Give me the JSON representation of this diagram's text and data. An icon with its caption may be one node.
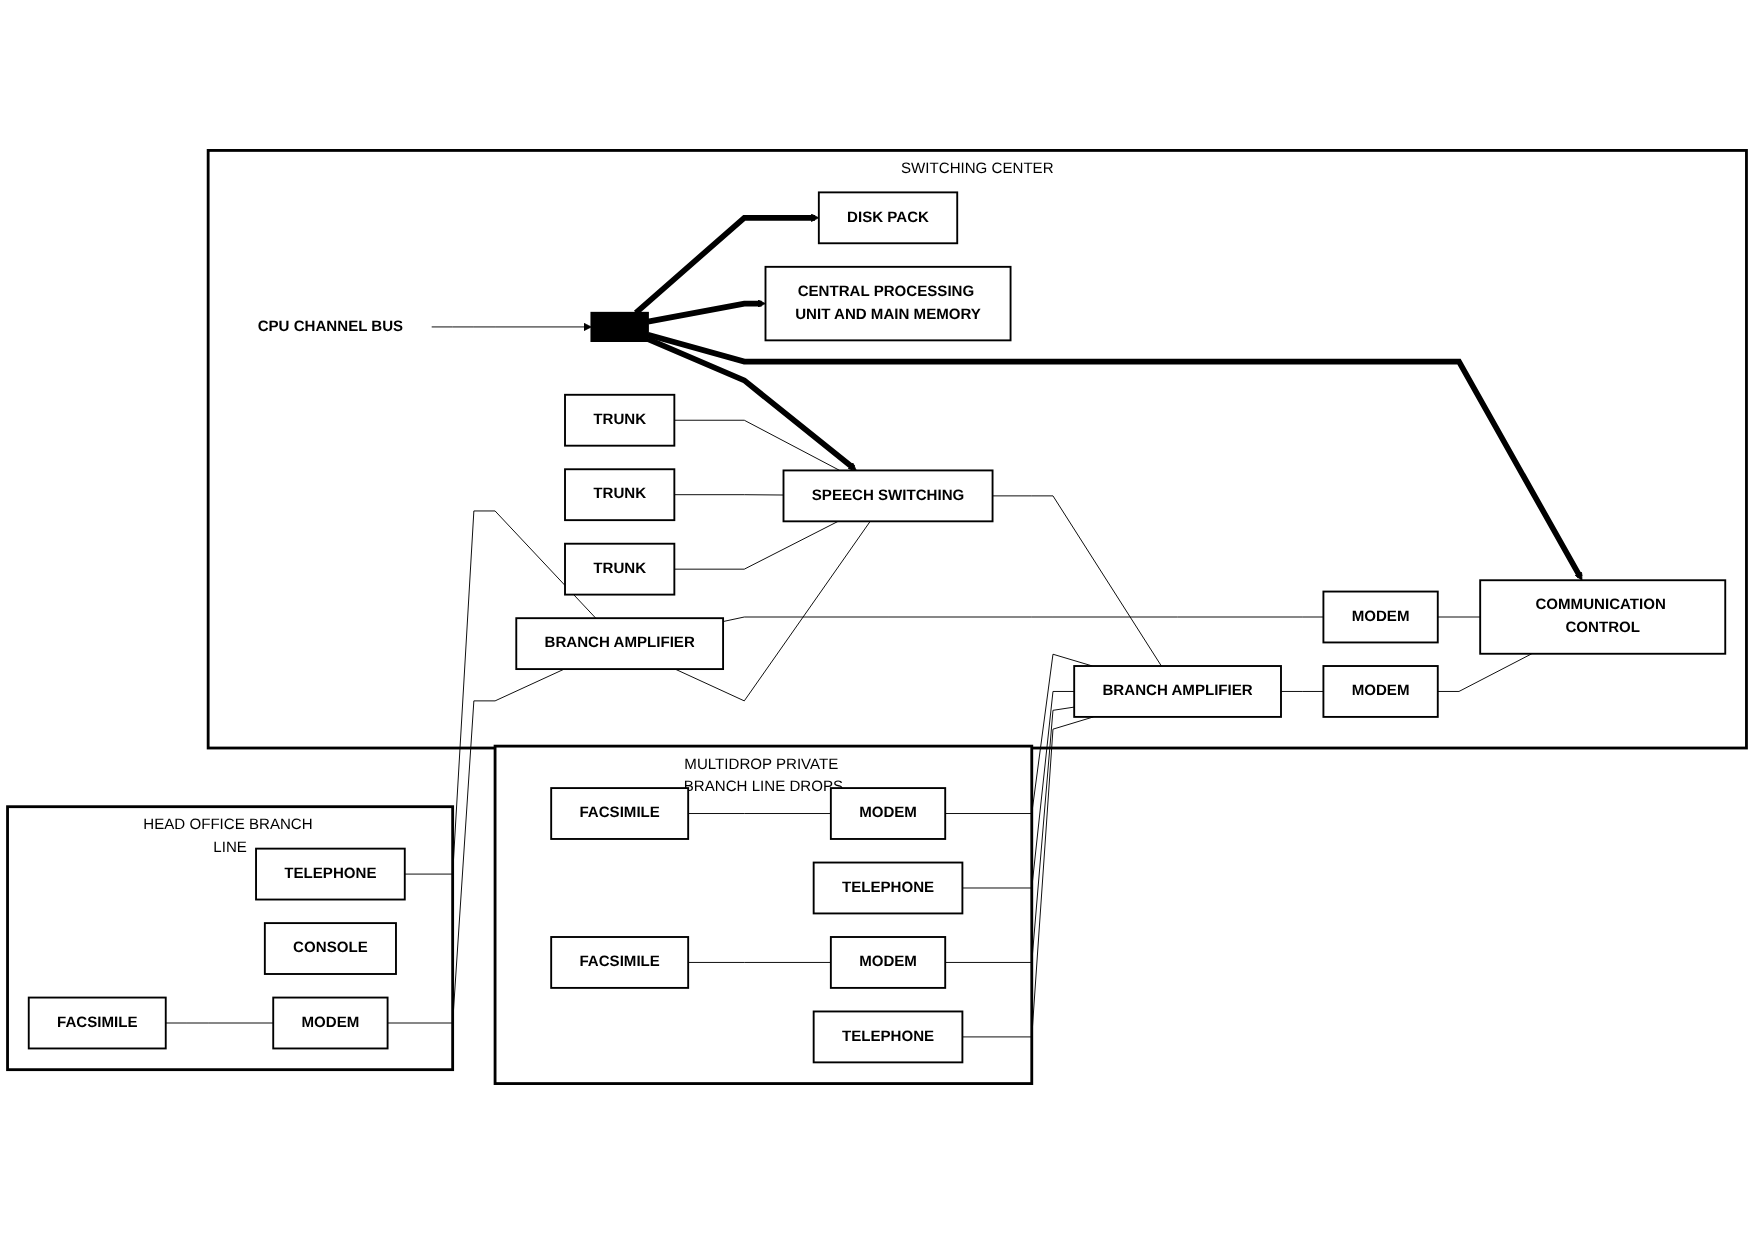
{
  "diagram": {
    "nodes": [
      {
        "text": [
          "HEAD OFFICE BRANCH LINE"
        ]
      },
      {
        "text": [
          "FACSIMILE"
        ],
        "in": 0
      },
      {
        "text": [
          "TELEPHONE"
        ],
        "in": 0
      },
      {
        "text": [
          "CONSOLE"
        ],
        "in": 0
      },
      {
        "text": [
          "MODEM"
        ],
        "in": 0
      },
      {
        "text": [
          "MULTIDROP PRIVATE BRANCH LINE DROPS"
        ]
      },
      {
        "text": [
          "FACSIMILE"
        ],
        "in": 5
      },
      {
        "text": [
          "MODEM"
        ],
        "in": 5
      },
      {
        "text": [
          "TELEPHONE"
        ],
        "in": 5
      },
      {
        "text": [
          "FACSIMILE"
        ],
        "in": 5
      },
      {
        "text": [
          "MODEM"
        ],
        "in": 5
      },
      {
        "text": [
          "TELEPHONE"
        ],
        "in": 5
      },
      {
        "text": [
          "SWITCHING CENTER"
        ]
      },
      {
        "text": [
          "TRUNK"
        ],
        "in": 12
      },
      {
        "text": [
          "TRUNK"
        ],
        "in": 12
      },
      {
        "text": [
          "TRUNK"
        ],
        "in": 12
      },
      {
        "text": [
          "BRANCH AMPLIFIER"
        ],
        "in": 12
      },
      {
        "text": [
          "SPEECH SWITCHING"
        ],
        "in": 12
      },
      {
        "text": [
          "BRANCH AMPLIFIER"
        ],
        "in": 12
      },
      {
        "text": [
          "MODEM"
        ],
        "in": 12
      },
      {
        "text": [
          "MODEM"
        ],
        "in": 12
      },
      {
        "text": [
          "COMMUNICATION CONTROL"
        ],
        "in": 12
      },
      {
        "text": [
          "CENTRAL PROCESSING UNIT AND MAIN MEMORY"
        ],
        "in": 12
      },
      {
        "text": [
          "DISK PACK"
        ],
        "in": 12
      },
      {
        "text": [
          "CPU CHANNEL BUS"
        ],
        "in": 12
      },
      {
        "text": [],
        "shape": "bar",
        "in": 12
      }
    ],
    "edges": [
      {
        "from": 1,
        "to": 4,
        "arrow": "none"
      },
      {
        "from": 4,
        "to": 16,
        "arrow": "none"
      },
      {
        "from": 2,
        "to": 16,
        "arrow": "none"
      },
      {
        "from": 6,
        "to": 7,
        "arrow": "none"
      },
      {
        "from": 7,
        "to": 18,
        "arrow": "none"
      },
      {
        "from": 8,
        "to": 18,
        "arrow": "none"
      },
      {
        "from": 9,
        "to": 10,
        "arrow": "none"
      },
      {
        "from": 10,
        "to": 18,
        "arrow": "none"
      },
      {
        "from": 11,
        "to": 18,
        "arrow": "none"
      },
      {
        "from": 13,
        "to": 17,
        "arrow": "none"
      },
      {
        "from": 14,
        "to": 17,
        "arrow": "none"
      },
      {
        "from": 15,
        "to": 17,
        "arrow": "none"
      },
      {
        "from": 16,
        "to": 17,
        "arrow": "none"
      },
      {
        "from": 16,
        "to": 19,
        "arrow": "none"
      },
      {
        "from": 17,
        "to": 18,
        "arrow": "none"
      },
      {
        "from": 18,
        "to": 20,
        "arrow": "none"
      },
      {
        "from": 19,
        "to": 21,
        "arrow": "none"
      },
      {
        "from": 20,
        "to": 21,
        "arrow": "none"
      },
      {
        "from": 25,
        "to": 17,
        "arrow": "to",
        "style": "thick"
      },
      {
        "from": 25,
        "to": 21,
        "arrow": "to",
        "style": "thick"
      },
      {
        "from": 25,
        "to": 22,
        "arrow": "to",
        "style": "thick"
      },
      {
        "from": 25,
        "to": 23,
        "arrow": "to",
        "style": "thick"
      },
      {
        "from": 24,
        "to": 25,
        "arrow": "to"
      }
    ]
  }
}
